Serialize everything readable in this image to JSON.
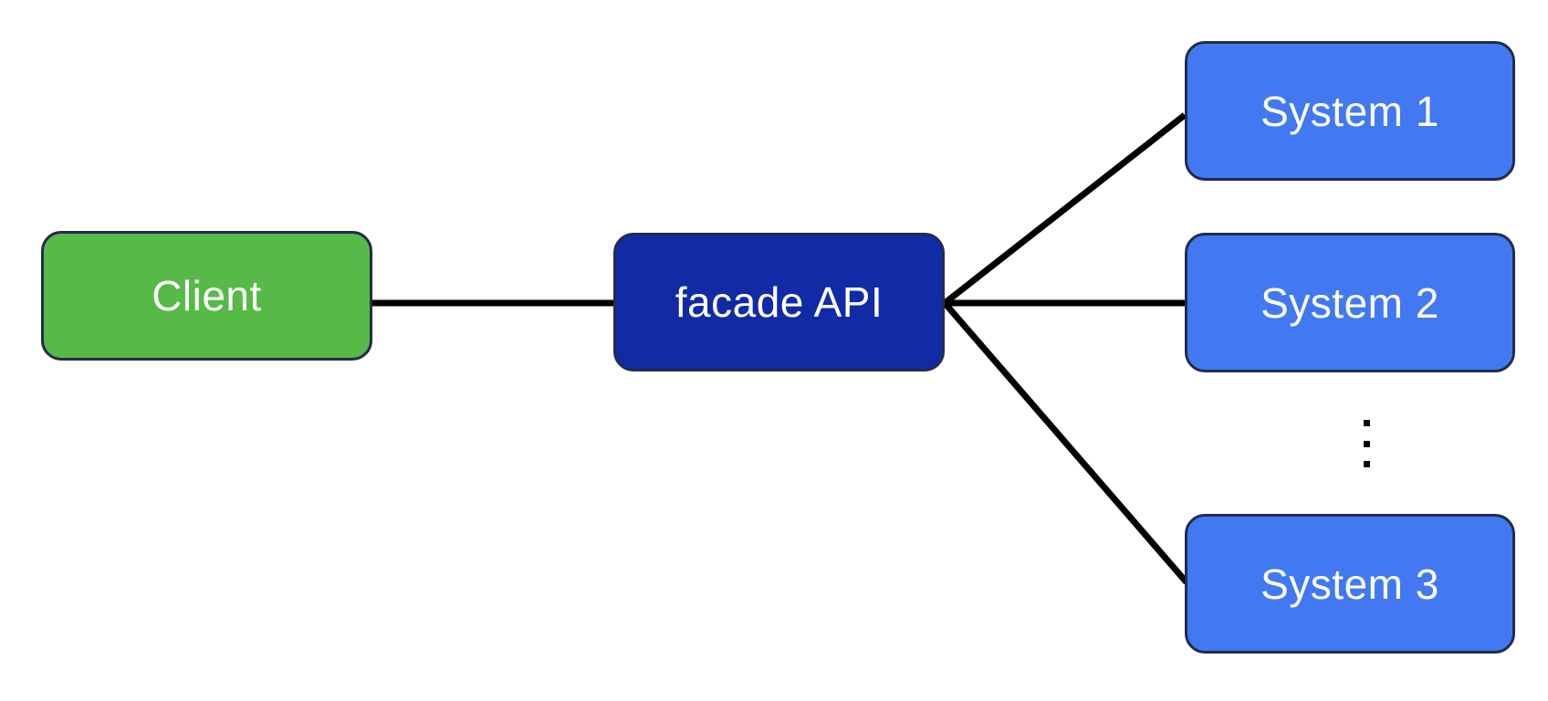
{
  "diagram": {
    "title": "Facade API pattern diagram",
    "background_color": "#ffffff",
    "border_color": "#232c4b",
    "edge_color": "#000000",
    "nodes": [
      {
        "id": "client",
        "label": "Client",
        "color": "#57b947",
        "text_color": "#ffffff"
      },
      {
        "id": "facade",
        "label": "facade API",
        "color": "#112ba6",
        "text_color": "#ffffff"
      },
      {
        "id": "system-1",
        "label": "System 1",
        "color": "#4279f2",
        "text_color": "#ffffff"
      },
      {
        "id": "system-2",
        "label": "System 2",
        "color": "#4279f2",
        "text_color": "#ffffff"
      },
      {
        "id": "system-3",
        "label": "System 3",
        "color": "#4279f2",
        "text_color": "#ffffff"
      }
    ],
    "edges": [
      {
        "from": "client",
        "to": "facade"
      },
      {
        "from": "facade",
        "to": "system-1"
      },
      {
        "from": "facade",
        "to": "system-2"
      },
      {
        "from": "facade",
        "to": "system-3"
      }
    ],
    "ellipsis": {
      "name": "vertical-ellipsis",
      "glyph": "⋮",
      "dots": 3,
      "meaning": "more systems"
    }
  }
}
